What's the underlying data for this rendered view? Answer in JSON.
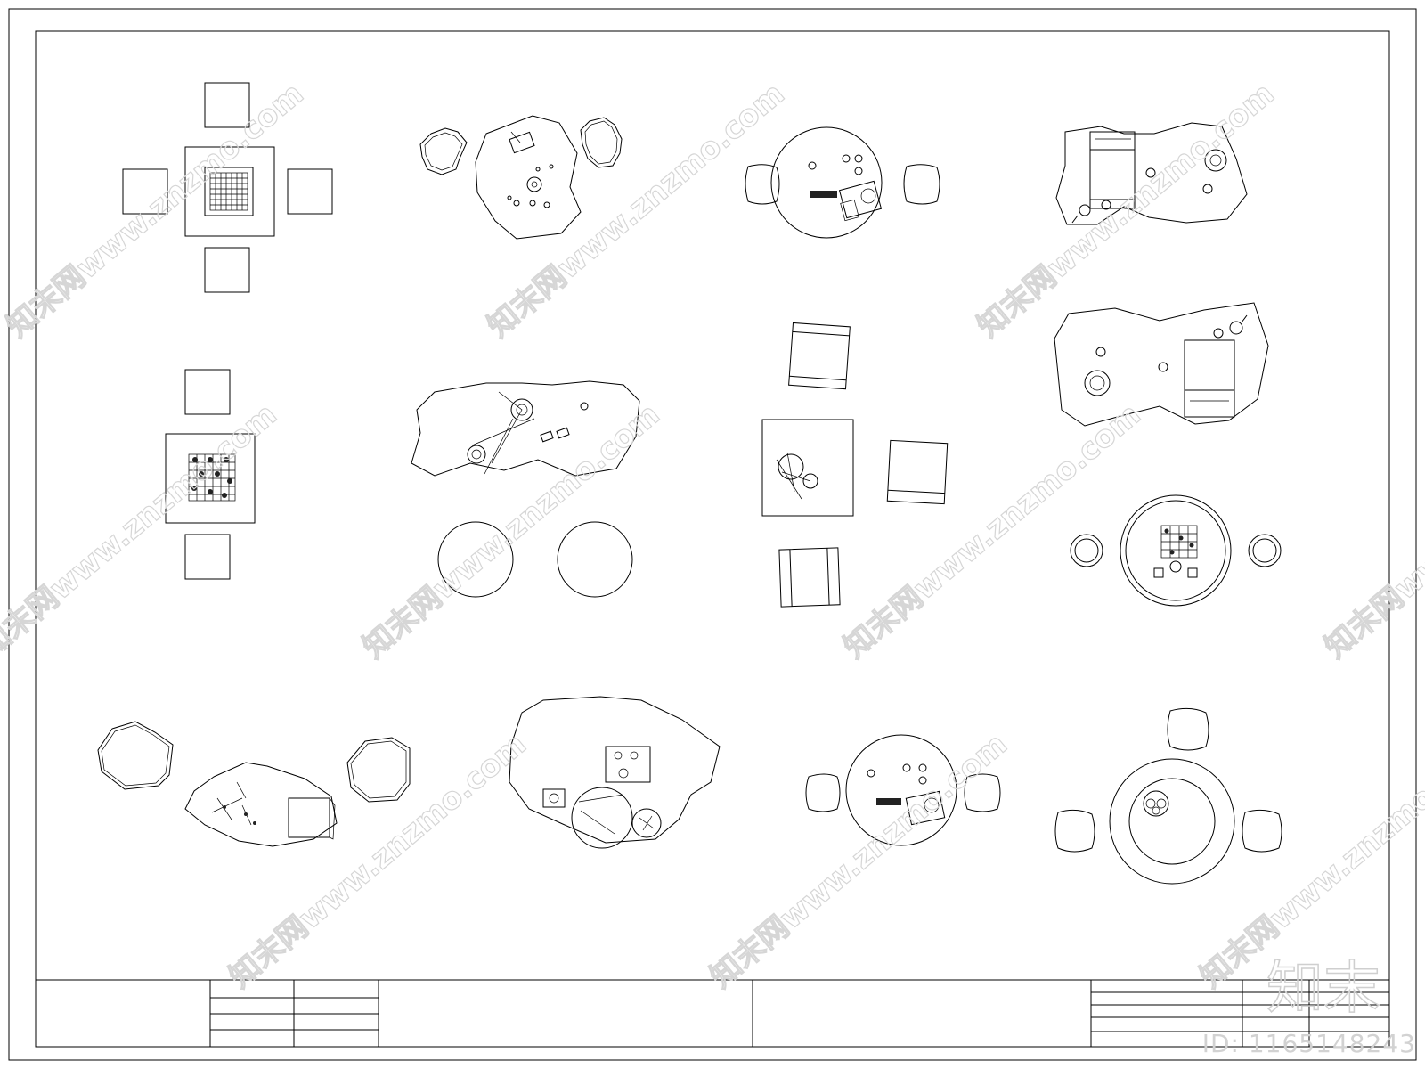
{
  "watermark": {
    "site_text": "知末网www.znzmo.com",
    "logo_text": "知末",
    "id_text": "ID: 1165148243"
  },
  "colors": {
    "line": "#000000",
    "watermark": "#d6d6d6",
    "background": "#ffffff"
  },
  "drawing": {
    "blocks": [
      "square-chess-table-four-stools",
      "rock-table-two-rock-stools",
      "round-table-two-chairs",
      "rock-table-two-seats-a",
      "square-chess-table-two-stools",
      "rock-table-two-round-stools",
      "square-table-three-chairs",
      "rock-table-two-seats-b",
      "round-chess-table-two-drums",
      "rock-table-two-rock-stools-b",
      "large-rock-table",
      "round-table-two-chairs-b",
      "round-table-three-stools"
    ]
  }
}
